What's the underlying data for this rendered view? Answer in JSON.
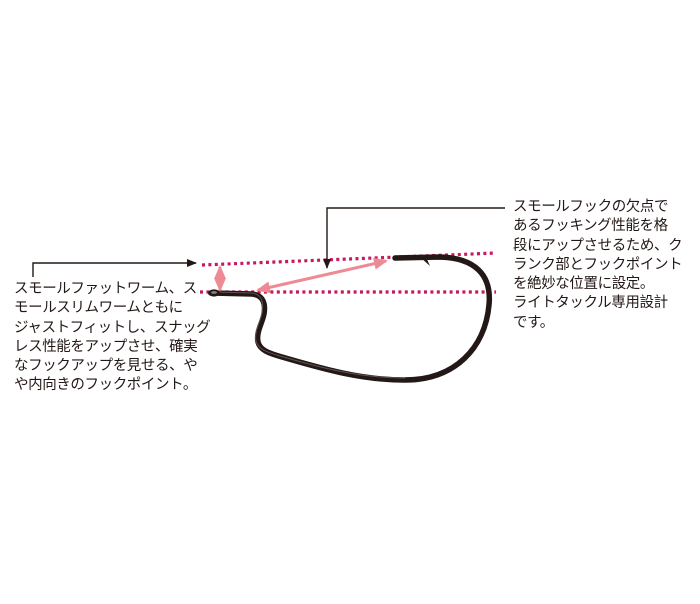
{
  "diagram": {
    "subject": "fishing hook (offset worm hook) feature illustration",
    "colors": {
      "hook": "#231815",
      "guide_lines": "#c8175d",
      "dimension_arrows": "#ee8a95",
      "callout_lines": "#231815",
      "text": "#231815",
      "background": "#ffffff"
    },
    "left_callout": {
      "lines": [
        "スモールファットワーム、ス",
        "モールスリムワームともに",
        "ジャストフィットし、スナッグ",
        "レス性能をアップさせ、確実",
        "なフックアップを見せる、や",
        "や内向きのフックポイント。"
      ]
    },
    "right_callout": {
      "lines": [
        "スモールフックの欠点で",
        "あるフッキング性能を格",
        "段にアップさせるため、ク",
        "ランク部とフックポイント",
        "を絶妙な位置に設定。",
        "ライトタックル専用設計",
        "です。"
      ]
    },
    "annotations": {
      "guide_lines": [
        "hook-point-level dotted line",
        "shank-level dotted line"
      ],
      "dimension_arrows": [
        "point-to-shank gap (vertical)",
        "crank-to-point distance (diagonal)"
      ]
    }
  }
}
